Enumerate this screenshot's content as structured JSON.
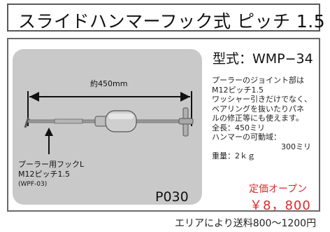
{
  "title": "スライドハンマーフック式 ピッチ 1.5",
  "photo": {
    "dimension_label": "約450mm",
    "hook_label": {
      "line1": "プーラー用フックL",
      "line2": "M12ピッチ1.5",
      "line3": "(WPF-03)"
    },
    "product_code": "P030"
  },
  "model": "型式：WMP−34",
  "description": [
    "プーラーのジョイント部は",
    "M12ピッチ1.5",
    "ワッシャー引きだけでなく、",
    "ベアリングを抜いたりパネ",
    "ルの修正等にも使えます。",
    "全長：450ミリ",
    "ハンマーの可動域："
  ],
  "hammer_range": "300ミリ",
  "weight": "重量：2ｋｇ",
  "price_label": "定価オープン",
  "price": "￥8，800",
  "shipping": "エリアにより送料800〜1200円",
  "colors": {
    "price": "#e0282a",
    "photo_bg": "#c9c9c9",
    "border": "#5a5a5a"
  }
}
